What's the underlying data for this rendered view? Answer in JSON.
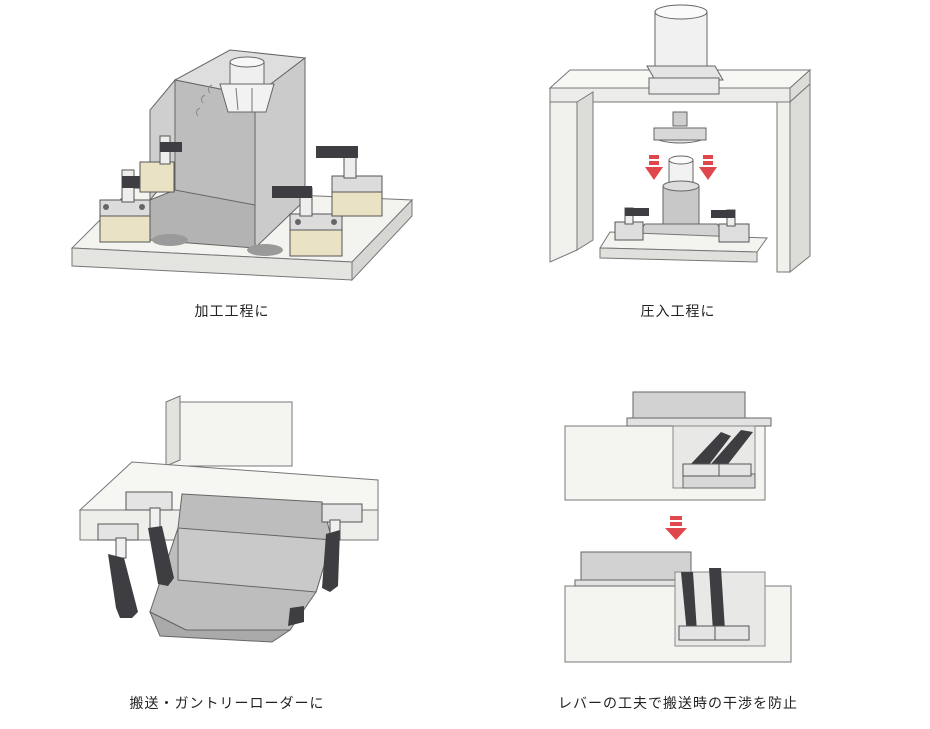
{
  "colors": {
    "plate_top": "#f3f3f0",
    "plate_side": "#dcdcd8",
    "block_front": "#b9b9b9",
    "block_side": "#cfcfcf",
    "block_top": "#dedede",
    "clamp_dark": "#3e3e42",
    "clamp_body_tan": "#e9e2c4",
    "metal": "#e7e7e7",
    "arrow_red": "#e0474c",
    "frame": "#f4f4f1",
    "outline": "#555555"
  },
  "panels": [
    {
      "id": "machining",
      "caption": "加工工程に"
    },
    {
      "id": "press-fit",
      "caption": "圧入工程に"
    },
    {
      "id": "gantry-loader",
      "caption": "搬送・ガントリーローダーに"
    },
    {
      "id": "lever-interference",
      "caption": "レバーの工夫で搬送時の干渉を防止"
    }
  ]
}
